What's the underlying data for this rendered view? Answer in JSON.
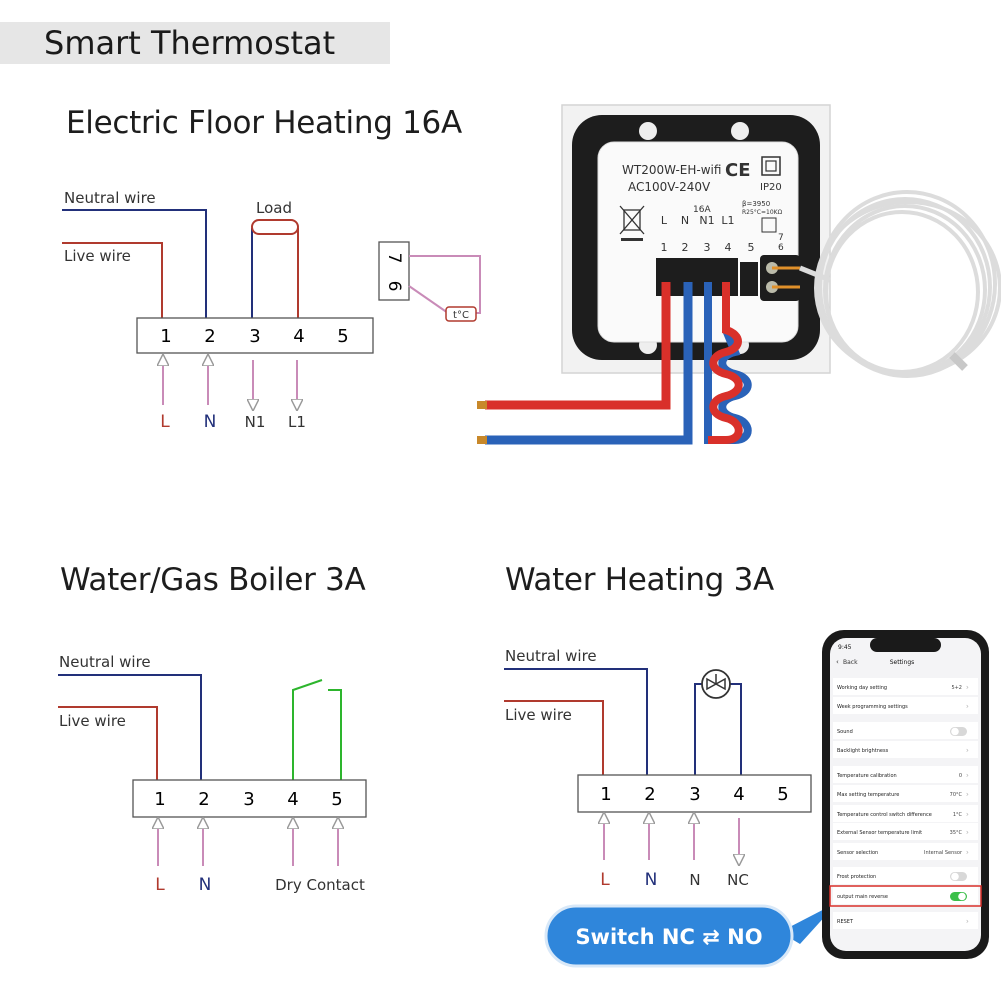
{
  "banner": {
    "title": "Smart Thermostat"
  },
  "sections": {
    "floor": {
      "title": "Electric Floor Heating 16A",
      "neutral": "Neutral wire",
      "live": "Live wire",
      "load": "Load",
      "terminals": [
        "1",
        "2",
        "3",
        "4",
        "5"
      ],
      "bottom": [
        "L",
        "N",
        "N1",
        "L1"
      ],
      "sensor_terminals": [
        "7",
        "6"
      ],
      "sensor": "t°C"
    },
    "boiler": {
      "title": "Water/Gas Boiler 3A",
      "neutral": "Neutral wire",
      "live": "Live wire",
      "terminals": [
        "1",
        "2",
        "3",
        "4",
        "5"
      ],
      "bottom": [
        "L",
        "N",
        "Dry Contact"
      ]
    },
    "water": {
      "title": "Water Heating 3A",
      "neutral": "Neutral wire",
      "live": "Live wire",
      "terminals": [
        "1",
        "2",
        "3",
        "4",
        "5"
      ],
      "bottom": [
        "L",
        "N",
        "N",
        "NC"
      ],
      "switch_label": "Switch NC ⇄ NO"
    }
  },
  "device": {
    "model": "WT200W-EH-wifi",
    "ce": "CE",
    "ip": "IP20",
    "voltage": "AC100V-240V",
    "current": "16A",
    "beta": "β=3950",
    "r25": "R25°C=10KΩ",
    "pins": [
      "L",
      "N",
      "N1",
      "L1"
    ],
    "pin_nums": [
      "1",
      "2",
      "3",
      "4",
      "5"
    ],
    "aux": [
      "7",
      "6"
    ]
  },
  "phone": {
    "time": "9:45",
    "back": "Back",
    "title": "Settings",
    "rows": [
      {
        "label": "Working day setting",
        "value": "5+2"
      },
      {
        "label": "Week programming settings",
        "value": ""
      },
      {
        "label": "Sound",
        "value": ""
      },
      {
        "label": "Backlight brightness",
        "value": ""
      },
      {
        "label": "Temperature calibration",
        "value": "0"
      },
      {
        "label": "Max setting temperature",
        "value": "70°C"
      },
      {
        "label": "Temperature control switch difference",
        "value": "1°C"
      },
      {
        "label": "External Sensor temperature limit",
        "value": "35°C"
      },
      {
        "label": "Sensor selection",
        "value": "Internal Sensor"
      },
      {
        "label": "Frost protection",
        "value": ""
      },
      {
        "label": "output main reverse",
        "value": ""
      },
      {
        "label": "RESET",
        "value": ""
      }
    ]
  },
  "colors": {
    "live": "#b03a2e",
    "neutral": "#22307a",
    "green": "#2db52d",
    "pink": "#c98bb8",
    "switch_blue": "#2f86db"
  }
}
